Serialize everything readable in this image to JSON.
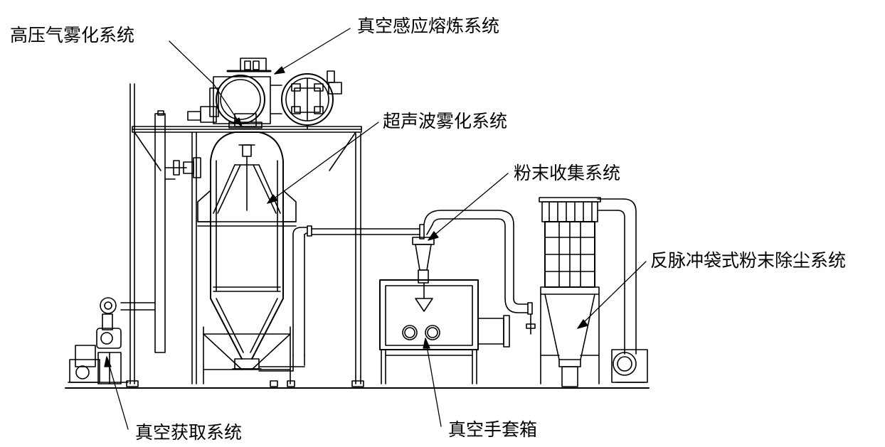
{
  "labels": {
    "high_pressure_gas_atomization": "高压气雾化系统",
    "vacuum_induction_melting": "真空感应熔炼系统",
    "ultrasonic_atomization": "超声波雾化系统",
    "powder_collection": "粉末收集系统",
    "pulse_bag_dust_removal": "反脉冲袋式粉末除尘系统",
    "vacuum_acquisition": "真空获取系统",
    "vacuum_glove_box": "真空手套箱"
  },
  "colors": {
    "line": "#000000",
    "background": "#ffffff"
  }
}
